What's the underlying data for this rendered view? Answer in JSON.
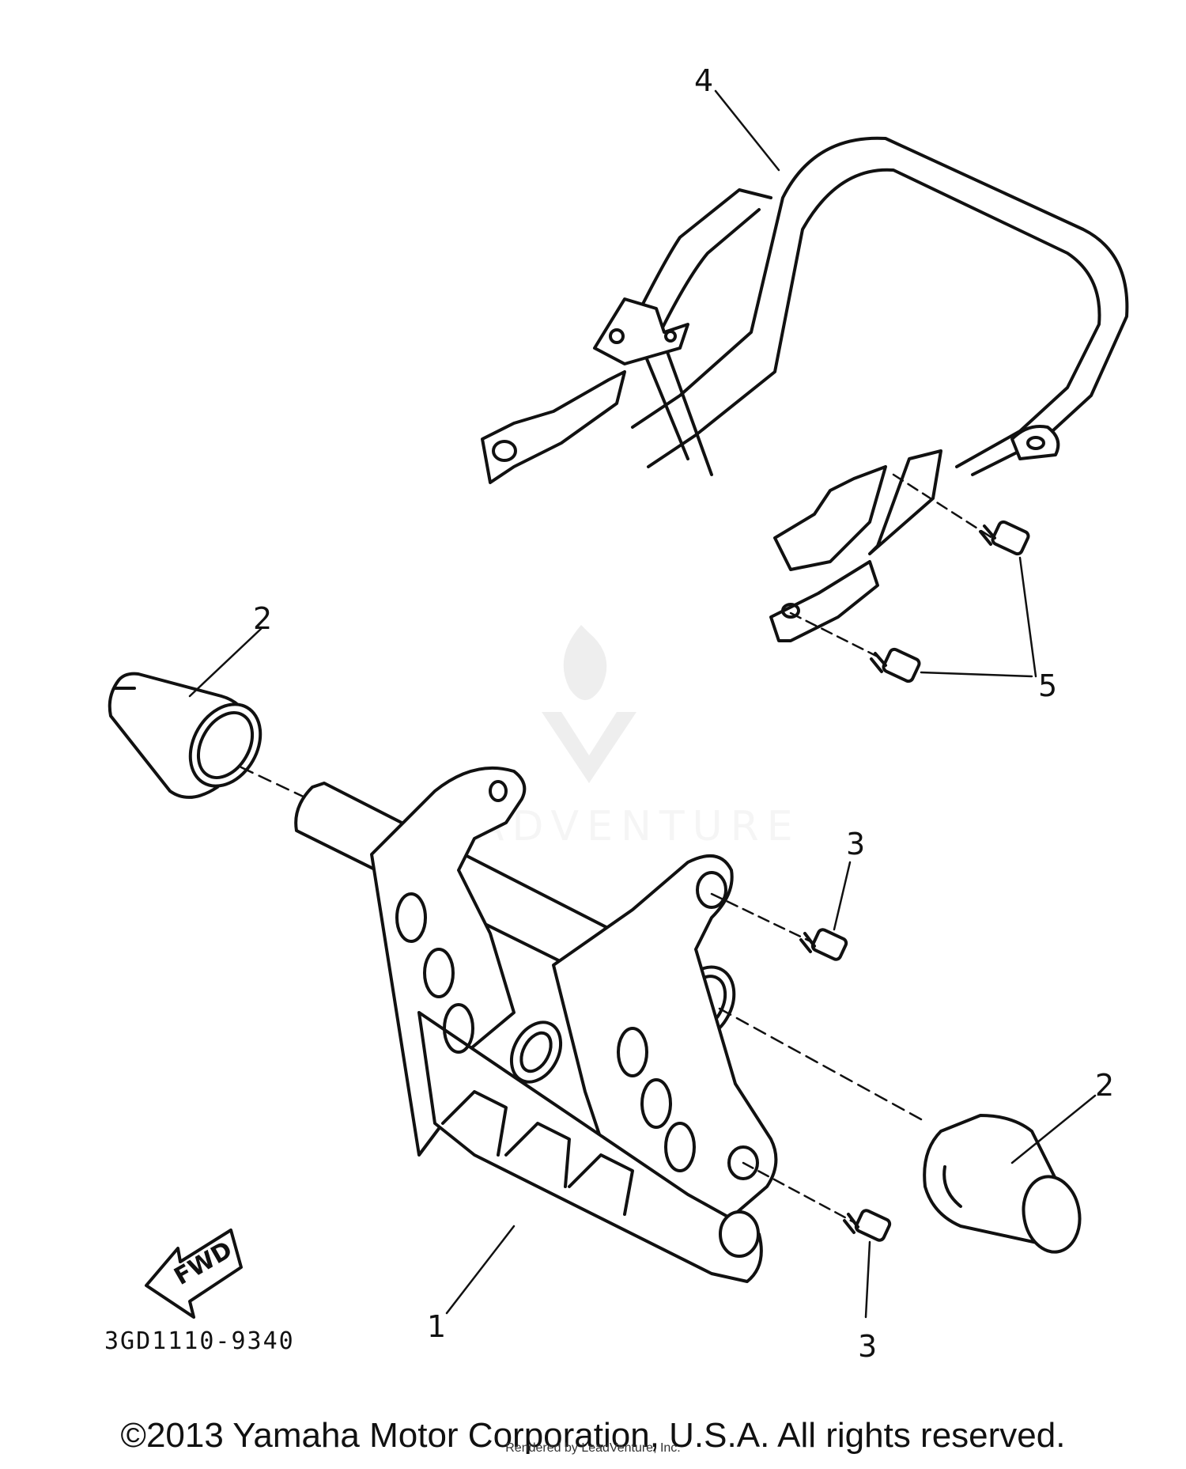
{
  "diagram": {
    "callouts": [
      {
        "id": "1",
        "label": "1"
      },
      {
        "id": "2a",
        "label": "2"
      },
      {
        "id": "2b",
        "label": "2"
      },
      {
        "id": "3a",
        "label": "3"
      },
      {
        "id": "3b",
        "label": "3"
      },
      {
        "id": "4",
        "label": "4"
      },
      {
        "id": "5",
        "label": "5"
      }
    ],
    "fwd_label": "FWD",
    "part_code": "3GD1110-9340",
    "watermark": "LEADVENTURE"
  },
  "footer": {
    "copyright": "©2013 Yamaha Motor Corporation, U.S.A. All rights reserved.",
    "credit": "Rendered by LeadVenture, Inc."
  }
}
